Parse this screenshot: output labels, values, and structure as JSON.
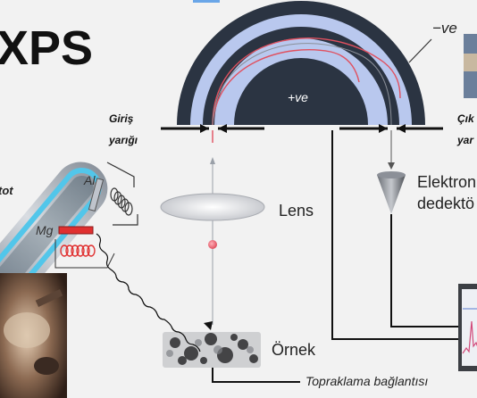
{
  "title": "XPS",
  "analyzer": {
    "outer_label": "−ve",
    "inner_label": "+ve"
  },
  "slits": {
    "entrance_line1": "Giriş",
    "entrance_line2": "yarığı",
    "exit_line1": "Çık",
    "exit_line2": "yar"
  },
  "lens_label": "Lens",
  "detector_line1": "Elektron",
  "detector_line2": "dedektö",
  "sample_label": "Örnek",
  "ground_label": "Topraklama bağlantısı",
  "xray": {
    "al_label": "Al",
    "mg_label": "Mg",
    "tube_label_fragment": "tot"
  },
  "colors": {
    "background": "#f2f2f2",
    "analyzer_dark": "#2b3442",
    "analyzer_light": "#b9c8ee",
    "tube_glow": "#52c6ea",
    "electron_path": "#e0505f",
    "mg_filament": "#e03030"
  }
}
